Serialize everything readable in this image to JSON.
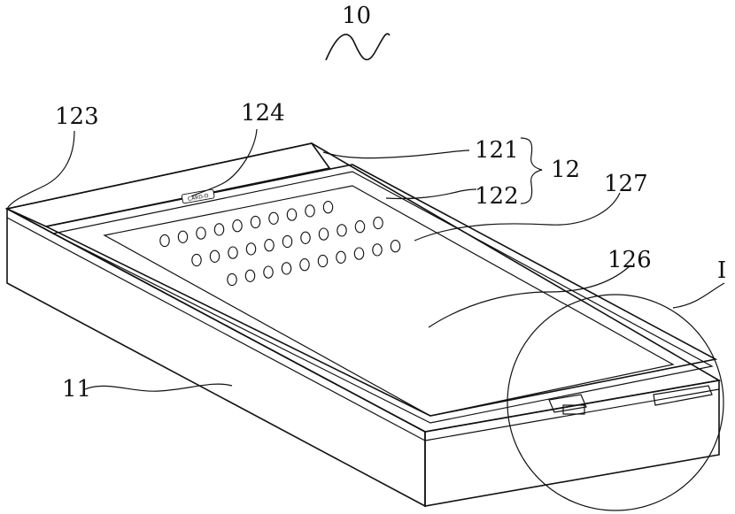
{
  "figure": {
    "labels": {
      "device": "10",
      "housing": "11",
      "assembly": "12",
      "layer_121": "121",
      "layer_122": "122",
      "edge_123": "123",
      "marking_124": "124",
      "surface_126": "126",
      "holes_127": "127",
      "detail_I": "I"
    },
    "marking_text": "CARD-D",
    "hole_rows": [
      10,
      11,
      10
    ]
  }
}
